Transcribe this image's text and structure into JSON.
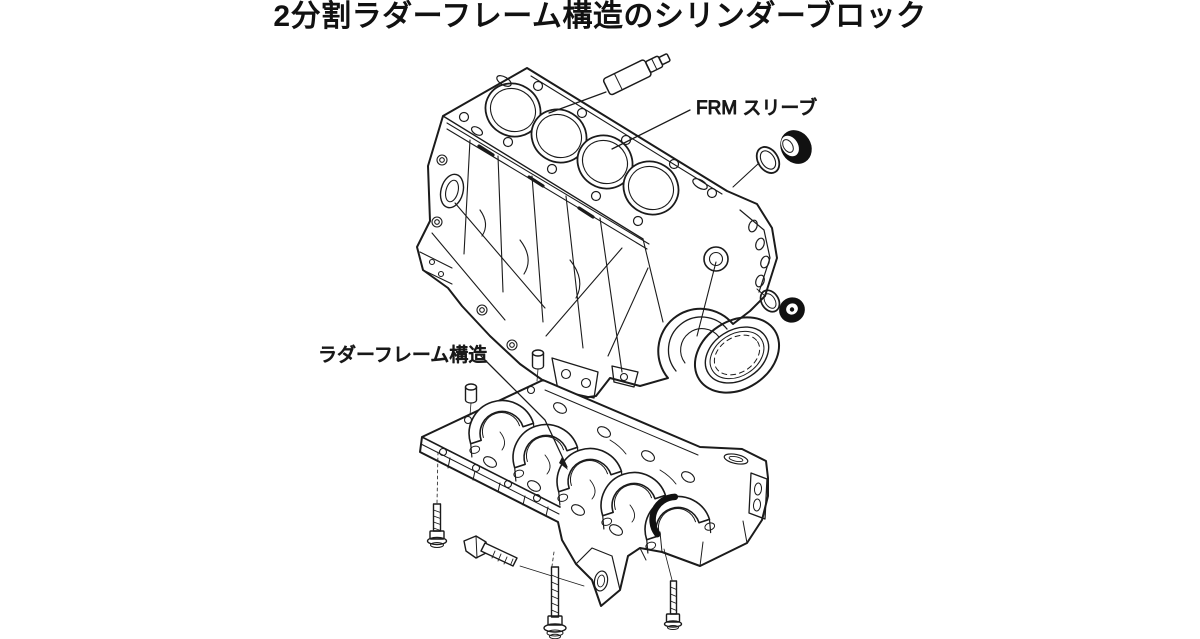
{
  "page": {
    "background_color": "#ffffff",
    "line_color": "#1b1b1b"
  },
  "title": {
    "text": "2分割ラダーフレーム構造のシリンダーブロック"
  },
  "callouts": {
    "frm_sleeve": {
      "text": "FRM スリーブ"
    },
    "ladder_frame": {
      "text": "ラダーフレーム構造"
    }
  }
}
